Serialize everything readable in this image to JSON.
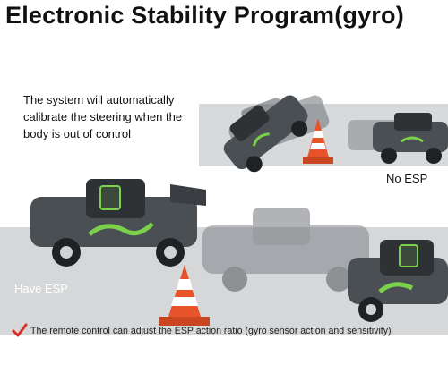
{
  "header": {
    "title": "Electronic Stability Program(gyro)"
  },
  "description": {
    "text": "The system will automatically calibrate the steering when the body is out of control"
  },
  "labels": {
    "no_esp": "No ESP",
    "have_esp": "Have ESP"
  },
  "footer": {
    "text": "The remote control can adjust the ESP action ratio (gyro sensor action and sensitivity)"
  },
  "icons": {
    "check": "check-mark-icon",
    "cone": "traffic-cone-icon",
    "car": "rc-car-icon"
  },
  "colors": {
    "check": "#d6322b",
    "cone_orange": "#e8542a",
    "car_body": "#4a4f54",
    "car_accent": "#7bd24a",
    "road": "#d5d7d9"
  }
}
